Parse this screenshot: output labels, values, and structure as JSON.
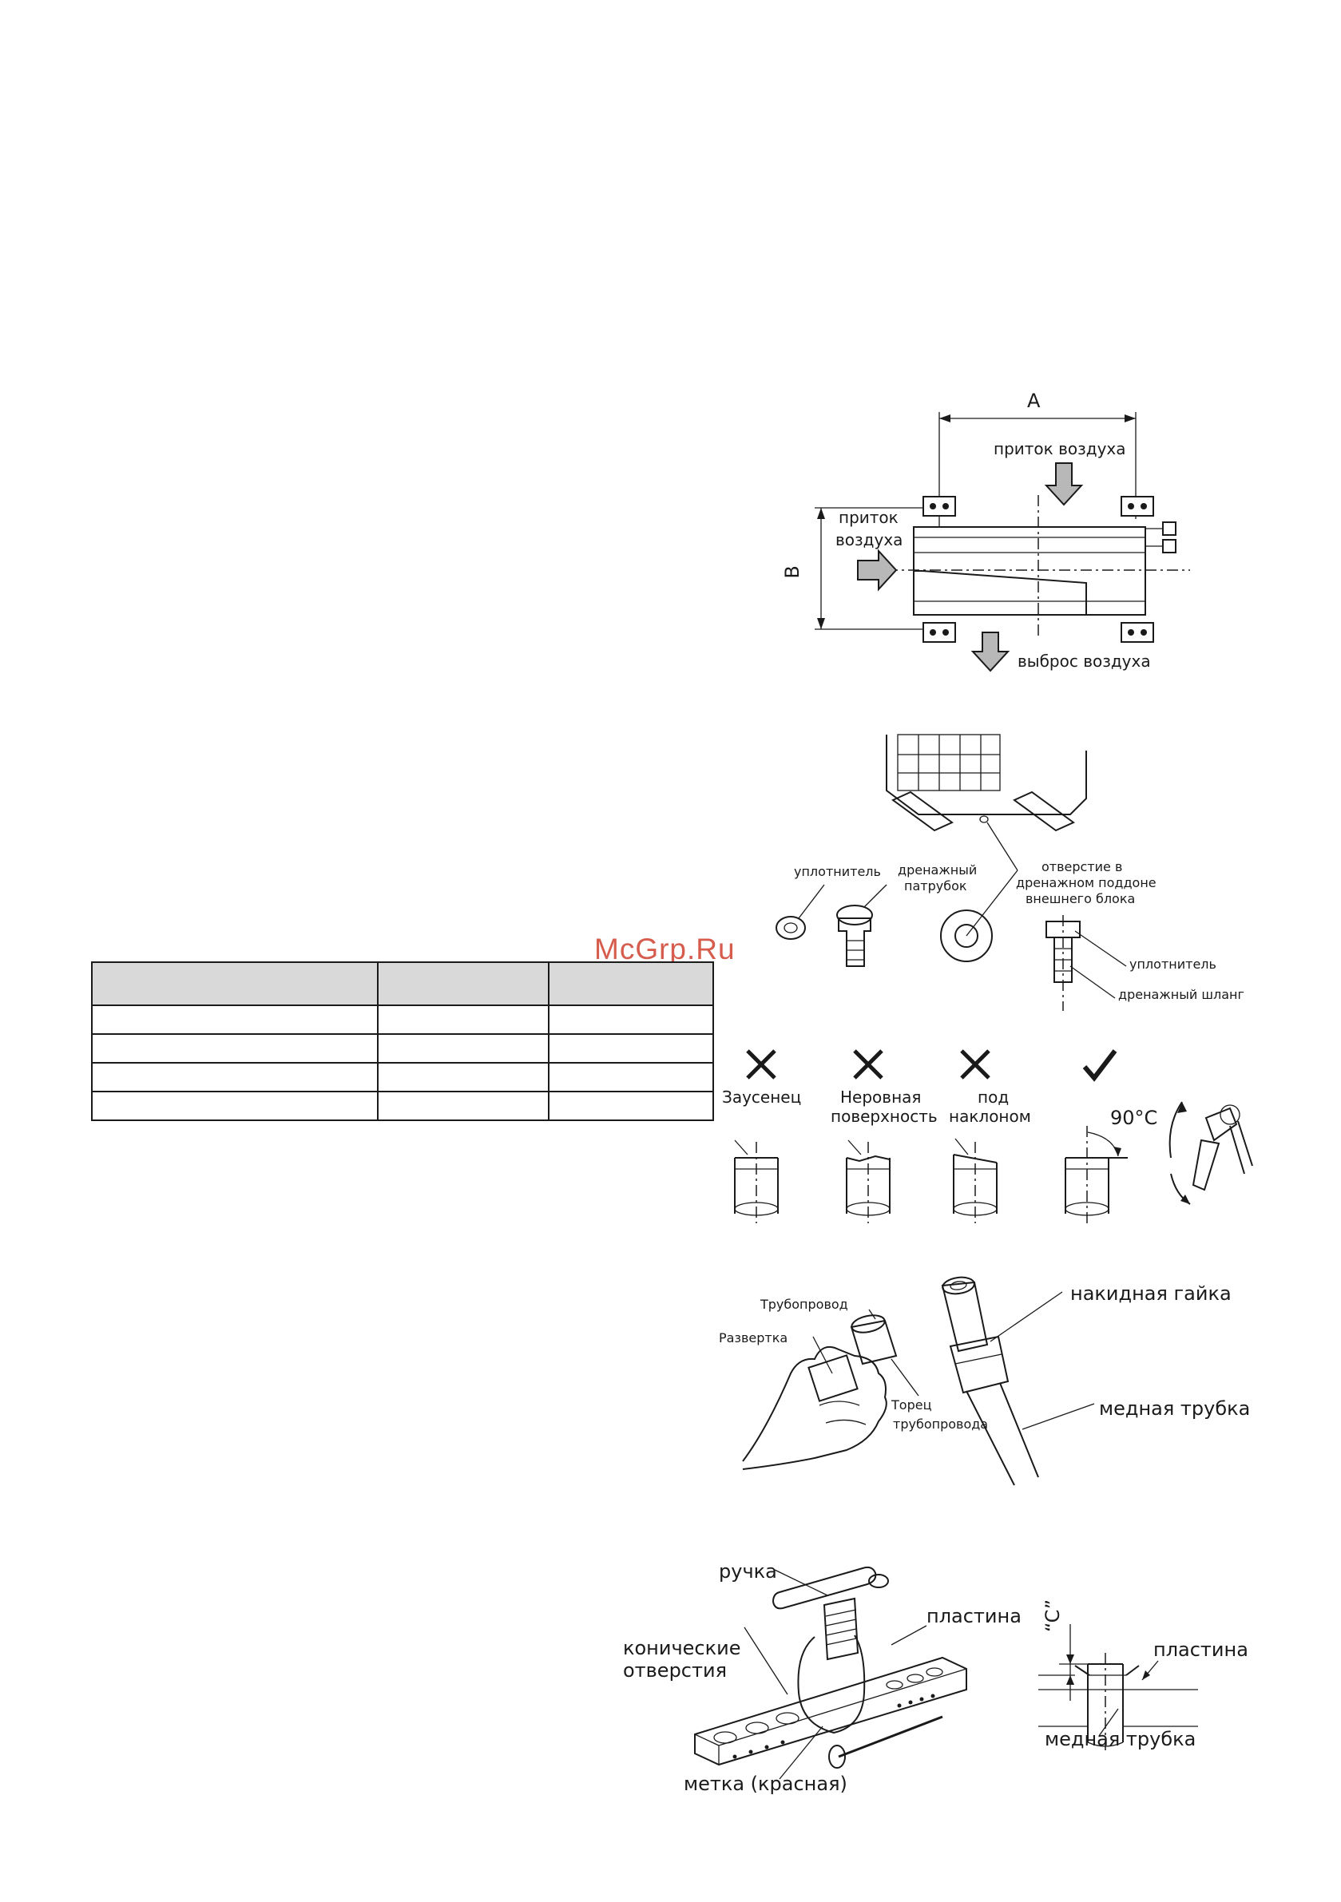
{
  "watermark": "McGrp.Ru",
  "unit_diagram": {
    "dim_a": "A",
    "dim_b": "B",
    "air_in_top": "приток воздуха",
    "air_in_left_1": "приток",
    "air_in_left_2": "воздуха",
    "air_out": "выброс воздуха"
  },
  "drain_diagram": {
    "seal": "уплотнитель",
    "drain_nipple_1": "дренажный",
    "drain_nipple_2": "патрубок",
    "hole_1": "отверстие в",
    "hole_2": "дренажном поддоне",
    "hole_3": "внешнего блока",
    "seal_right": "уплотнитель",
    "drain_hose": "дренажный шланг"
  },
  "table": {
    "header": [
      "",
      "",
      ""
    ],
    "rows": [
      [
        "",
        "",
        ""
      ],
      [
        "",
        "",
        ""
      ],
      [
        "",
        "",
        ""
      ],
      [
        "",
        "",
        ""
      ]
    ]
  },
  "cut_check": {
    "bad_1": "Заусенец",
    "bad_2_1": "Неровная",
    "bad_2_2": "поверхность",
    "bad_3_1": "под",
    "bad_3_2": "наклоном",
    "angle": "90°C"
  },
  "reamer_diagram": {
    "pipe": "Трубопровод",
    "reamer": "Развертка",
    "pipe_end_1": "Торец",
    "pipe_end_2": "трубопровода",
    "flare_nut": "накидная гайка",
    "copper_pipe": "медная трубка"
  },
  "flaring_tool": {
    "handle": "ручка",
    "plate": "пластина",
    "conical_1": "конические",
    "conical_2": "отверстия",
    "mark": "метка (красная)"
  },
  "flare_dim": {
    "dim_c": "“C”",
    "plate": "пластина",
    "copper_pipe": "медная трубка"
  }
}
